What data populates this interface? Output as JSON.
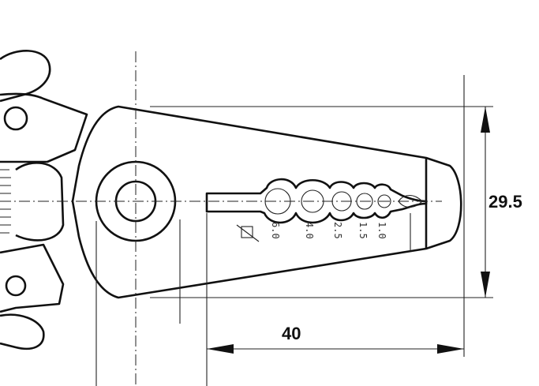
{
  "dimensions": {
    "height_label": "29.5",
    "length_label": "40"
  },
  "wire_sizes": [
    "1.0",
    "1.5",
    "2.5",
    "4.0",
    "6.0"
  ],
  "cross_section_symbol": "square-with-diagonal-icon"
}
